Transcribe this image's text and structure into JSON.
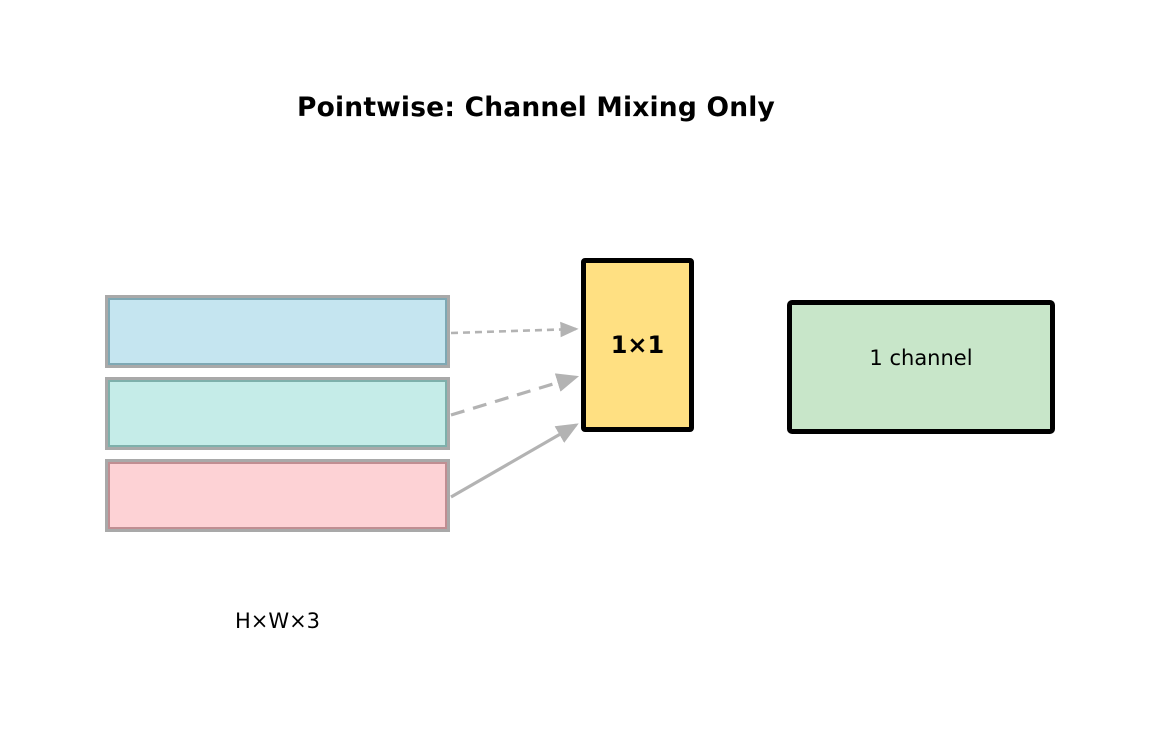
{
  "figure": {
    "title": "Pointwise: Channel Mixing Only",
    "background_color": "#ffffff"
  },
  "input_stack": {
    "shape_label": "H×W×3",
    "channel_count": 3,
    "channels": [
      {
        "index": 0,
        "name": "channel-blue",
        "fill_color": "#c5e5f0",
        "inner_border_color": "#7ea8b4",
        "outer_border_color": "#a9a9a9"
      },
      {
        "index": 1,
        "name": "channel-mint",
        "fill_color": "#c5ece8",
        "inner_border_color": "#7eb0ab",
        "outer_border_color": "#a9a9a9"
      },
      {
        "index": 2,
        "name": "channel-pink",
        "fill_color": "#fdd2d5",
        "inner_border_color": "#c08e92",
        "outer_border_color": "#a9a9a9"
      }
    ]
  },
  "kernel": {
    "label": "1×1",
    "fill_color": "#ffe082",
    "border_color": "#000000"
  },
  "output": {
    "label": "1 channel",
    "fill_color": "#c8e6c9",
    "border_color": "#000000"
  },
  "connectors": {
    "stroke_color": "#b3b3b3",
    "arrows": [
      {
        "name": "arrow-channel-0-to-kernel",
        "from_channel": 0,
        "style": "fine-dashed",
        "dasharray": "7,5"
      },
      {
        "name": "arrow-channel-1-to-kernel",
        "from_channel": 1,
        "style": "long-dashed",
        "dasharray": "14,9"
      },
      {
        "name": "arrow-channel-2-to-kernel",
        "from_channel": 2,
        "style": "solid",
        "dasharray": "none"
      }
    ]
  }
}
